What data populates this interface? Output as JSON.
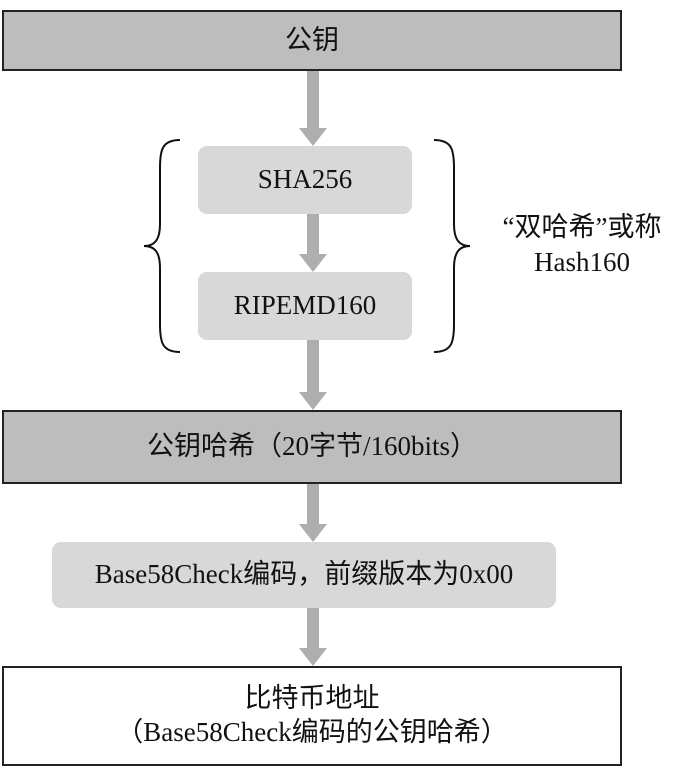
{
  "boxes": {
    "public_key": "公钥",
    "sha256": "SHA256",
    "ripemd160": "RIPEMD160",
    "public_key_hash": "公钥哈希（20字节/160bits）",
    "base58_encode": "Base58Check编码，前缀版本为0x00",
    "address_line1": "比特币地址",
    "address_line2": "（Base58Check编码的公钥哈希）"
  },
  "side_label": {
    "line1": "“双哈希”或称",
    "line2": "Hash160"
  },
  "colors": {
    "dark_box": "#bdbdbd",
    "light_box": "#d8d8d8",
    "arrow": "#aeaeae",
    "border": "#222222"
  }
}
